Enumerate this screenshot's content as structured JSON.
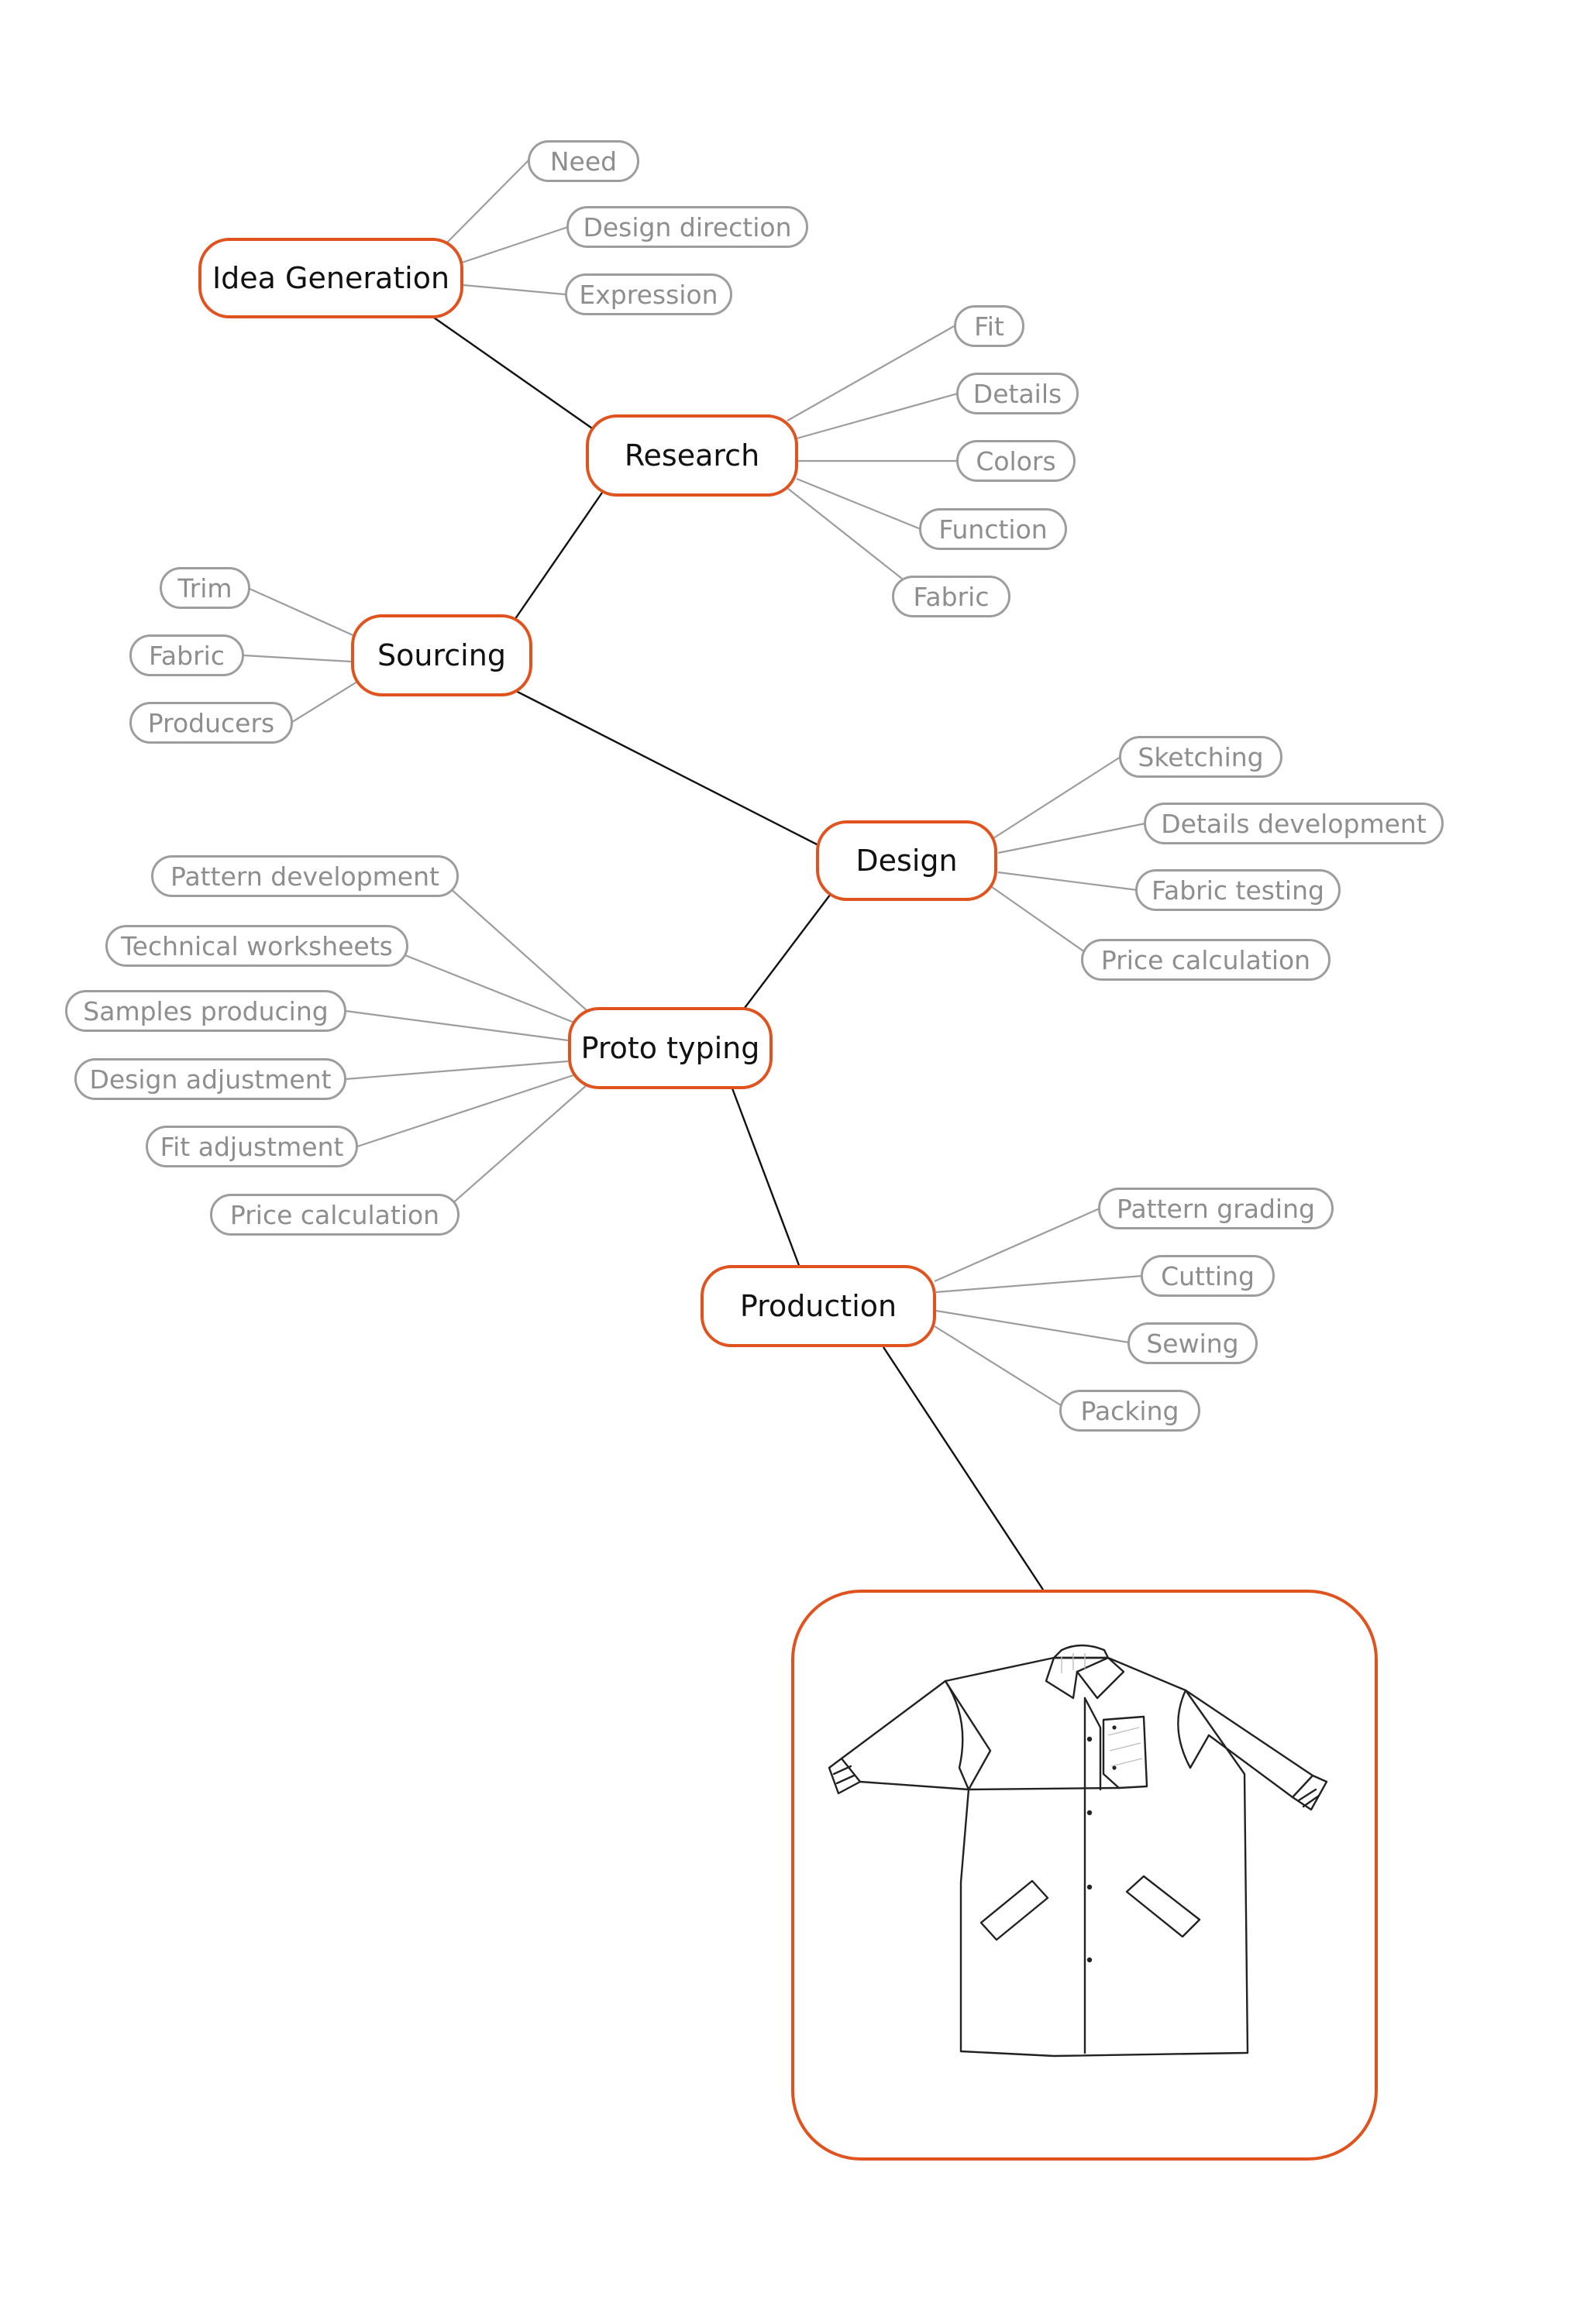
{
  "colors": {
    "main_border": "#e0531f",
    "sub_border": "#9d9d9d",
    "sub_text": "#8e8e8e",
    "main_line": "#111111",
    "sub_line": "#9d9d9d"
  },
  "stages": [
    {
      "id": "idea-generation",
      "label": "Idea Generation",
      "children": [
        "Need",
        "Design direction",
        "Expression"
      ]
    },
    {
      "id": "research",
      "label": "Research",
      "children": [
        "Fit",
        "Details",
        "Colors",
        "Function",
        "Fabric"
      ]
    },
    {
      "id": "sourcing",
      "label": "Sourcing",
      "children": [
        "Trim",
        "Fabric",
        "Producers"
      ]
    },
    {
      "id": "design",
      "label": "Design",
      "children": [
        "Sketching",
        "Details development",
        "Fabric testing",
        "Price calculation"
      ]
    },
    {
      "id": "proto-typing",
      "label": "Proto typing",
      "children": [
        "Pattern development",
        "Technical worksheets",
        "Samples producing",
        "Design adjustment",
        "Fit adjustment",
        "Price calculation"
      ]
    },
    {
      "id": "production",
      "label": "Production",
      "children": [
        "Pattern grading",
        "Cutting",
        "Sewing",
        "Packing"
      ]
    }
  ],
  "product": {
    "icon": "coat-illustration-icon"
  }
}
